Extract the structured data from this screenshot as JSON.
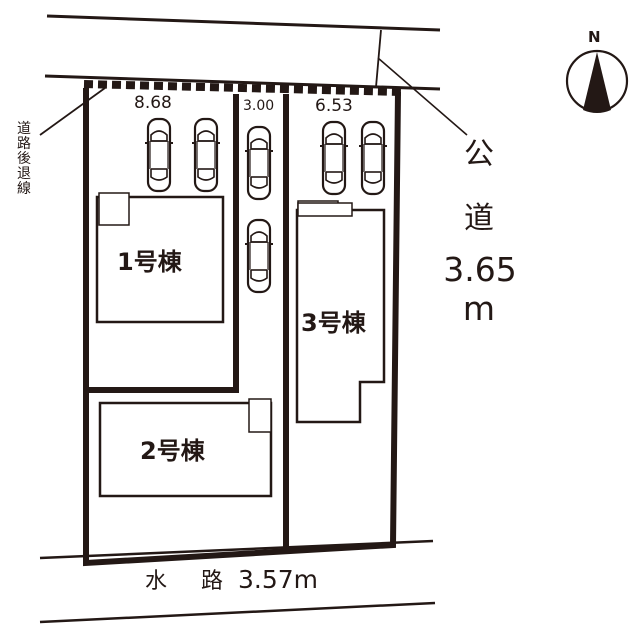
{
  "north_arrow": {
    "label": "N"
  },
  "labels": {
    "setback": "道路後退線",
    "lot1_frontage": "8.68",
    "lot_mid_frontage": "3.00",
    "lot3_frontage": "6.53",
    "building1": "1号棟",
    "building2": "2号棟",
    "building3": "3号棟"
  },
  "public_road": {
    "char1": "公",
    "char2": "道",
    "width": "3.65",
    "unit": "m"
  },
  "waterway": {
    "char1": "水",
    "char2": "路",
    "width": "3.57m"
  },
  "colors": {
    "line": "#231815",
    "background": "#ffffff"
  }
}
